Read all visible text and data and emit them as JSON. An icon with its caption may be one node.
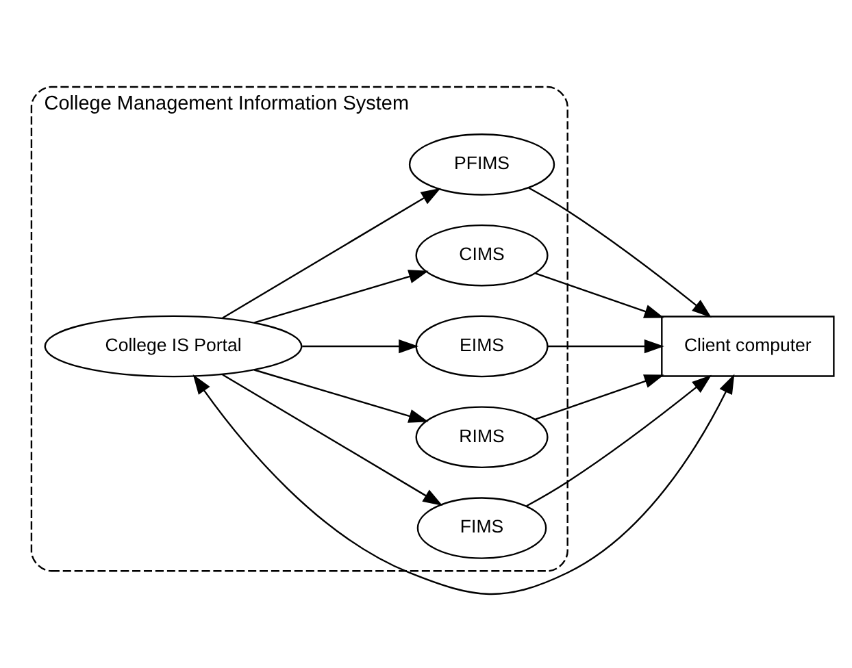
{
  "diagram": {
    "nodes": [
      {
        "text": [
          "College Management Information System"
        ]
      },
      {
        "text": [
          "College IS Portal"
        ],
        "in": 0
      },
      {
        "text": [
          "FIMS"
        ],
        "in": 0
      },
      {
        "text": [
          "RIMS"
        ],
        "in": 0
      },
      {
        "text": [
          "EIMS"
        ],
        "in": 0
      },
      {
        "text": [
          "CIMS"
        ],
        "in": 0
      },
      {
        "text": [
          "PFIMS"
        ],
        "in": 0
      },
      {
        "text": [
          "Client computer"
        ]
      }
    ],
    "edges": [
      {
        "from": 1,
        "to": 2,
        "arrow": "to"
      },
      {
        "from": 1,
        "to": 3,
        "arrow": "to"
      },
      {
        "from": 1,
        "to": 4,
        "arrow": "to"
      },
      {
        "from": 1,
        "to": 5,
        "arrow": "to"
      },
      {
        "from": 1,
        "to": 6,
        "arrow": "to"
      },
      {
        "from": 2,
        "to": 7,
        "arrow": "to"
      },
      {
        "from": 3,
        "to": 7,
        "arrow": "to"
      },
      {
        "from": 4,
        "to": 7,
        "arrow": "to"
      },
      {
        "from": 5,
        "to": 7,
        "arrow": "to"
      },
      {
        "from": 6,
        "to": 7,
        "arrow": "to"
      },
      {
        "from": 7,
        "to": 1,
        "arrow": "both"
      }
    ]
  }
}
